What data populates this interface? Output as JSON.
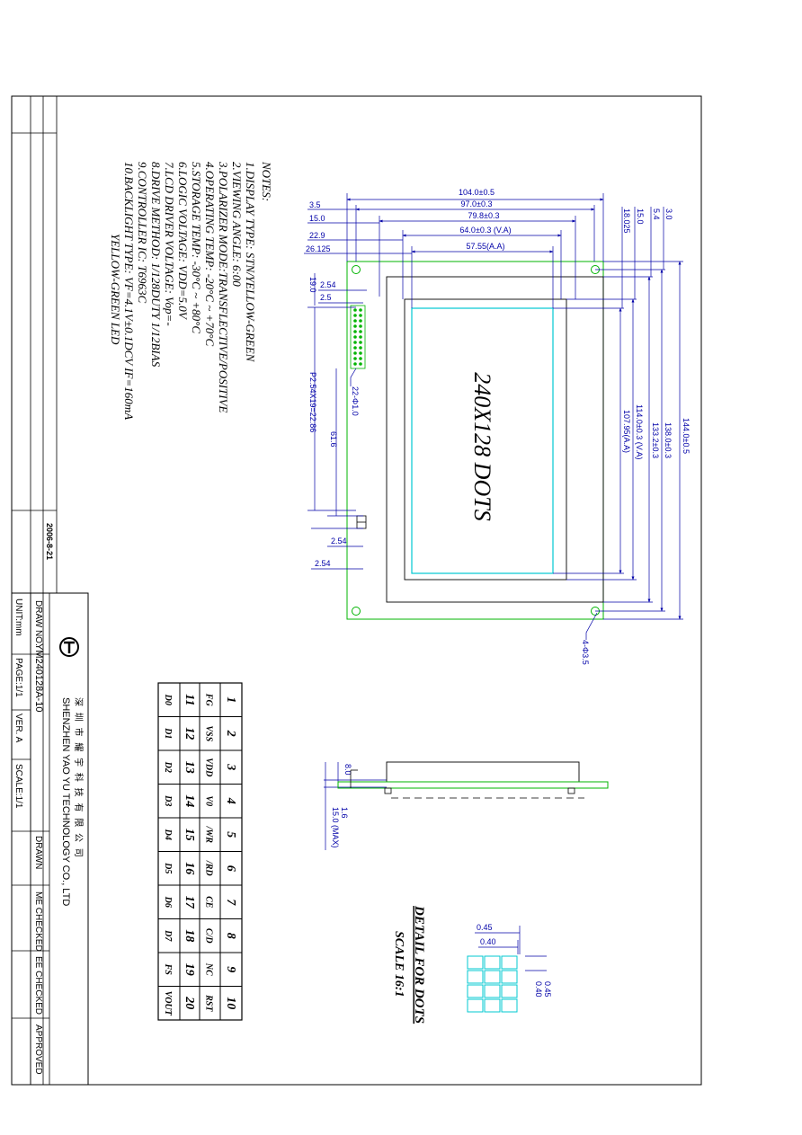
{
  "notes": {
    "heading": "NOTES:",
    "lines": [
      "1.DISPLAY TYPE:  STN/YELLOW-GREEN",
      "2.VIEWING ANGLE:       6:00",
      "3.POLARIZER MODE:TRANSFLECTIVE/POSITIVE",
      "4.OPERATING TEMP:     -20°C  ~  +70°C",
      "5.STORAGE TEMP:       -30°C  ~  +80°C",
      "6.LOGIC VOLTAGE: VDD=5.0V",
      "7.LCD DRIVER VOLTAGE: Vop=-",
      "8.DRIVE METHOD: 1/128DUTY 1/12BIAS",
      "9.CONTROLLER IC:  T6963C",
      "10.BACKLIGHT TYPE:  VF=4.1V±0.1DCV   IF=160mA",
      "YELLOW-GREEN LED"
    ]
  },
  "date": "2006-8-21",
  "display_label": "240X128 DOTS",
  "dims": {
    "w_total": "104.0±0.5",
    "w_bezel": "97.0±0.3",
    "w_glass": "79.8±0.3",
    "w_va": "64.0±0.3  (V.A)",
    "w_aa": "57.55(A.A)",
    "off_3_5": "3.5",
    "off_15_0": "15.0",
    "off_22_9": "22.9",
    "off_26_125": "26.125",
    "pin_pitch": "2.54",
    "pin_2_5": "2.5",
    "pin_19": "19.0",
    "pin_pitch_total": "P2.54X19=22.86",
    "pin_holes": "22-Φ1.0",
    "h_61_6": "61.6",
    "pin_2_54_a": "2.54",
    "pin_2_54_b": "2.54",
    "h_total": "144.0±0.5",
    "h_bezel": "138.0±0.3",
    "h_glass": "133.2±0.3",
    "h_va": "114.0±0.3  (V.A)",
    "h_aa": "107.95(A.A)",
    "top_3_0": "3.0",
    "top_5_4": "5.4",
    "top_15_0": "15.0",
    "top_18_025": "18.025",
    "mount_holes": "4-Φ3.5",
    "side_8_0": "8.0",
    "side_1_6": "1.6",
    "side_15_0": "15.0 (MAX)",
    "dot_045_w": "0.45",
    "dot_040_w": "0.40",
    "dot_045_h": "0.45",
    "dot_040_h": "0.40"
  },
  "detail": {
    "title": "DETAIL FOR DOTS",
    "scale": "SCALE 16:1"
  },
  "pin_table": {
    "numbers_top": [
      "1",
      "2",
      "3",
      "4",
      "5",
      "6",
      "7",
      "8",
      "9",
      "10"
    ],
    "signals_top": [
      "FG",
      "VSS",
      "VDD",
      "V0",
      "/WR",
      "/RD",
      "CE",
      "C/D",
      "NC",
      "RST"
    ],
    "numbers_bottom": [
      "11",
      "12",
      "13",
      "14",
      "15",
      "16",
      "17",
      "18",
      "19",
      "20"
    ],
    "signals_bottom": [
      "D0",
      "D1",
      "D2",
      "D3",
      "D4",
      "D5",
      "D6",
      "D7",
      "FS",
      "VOUT"
    ]
  },
  "title_block": {
    "company_cn": "深 圳 市 耀 宇 科 技 有 限 公 司",
    "company_en": "SHENZHEN YAO YU TECHNOLOGY CO., LTD",
    "draw_no_label": "DRAW NO.",
    "draw_no": "YM240128A-10",
    "unit": "UNIT:mm",
    "page": "PAGE:1/1",
    "ver": "VER. A",
    "scale": "SCALE:1/1",
    "drawn": "DRAWN",
    "me_checked": "ME CHECKED",
    "ee_checked": "EE CHECKED",
    "approved": "APPROVED"
  },
  "colors": {
    "outline": "#000000",
    "pcb": "#00b400",
    "viewing_area": "#00c8d2",
    "dimension": "#0000a8"
  }
}
